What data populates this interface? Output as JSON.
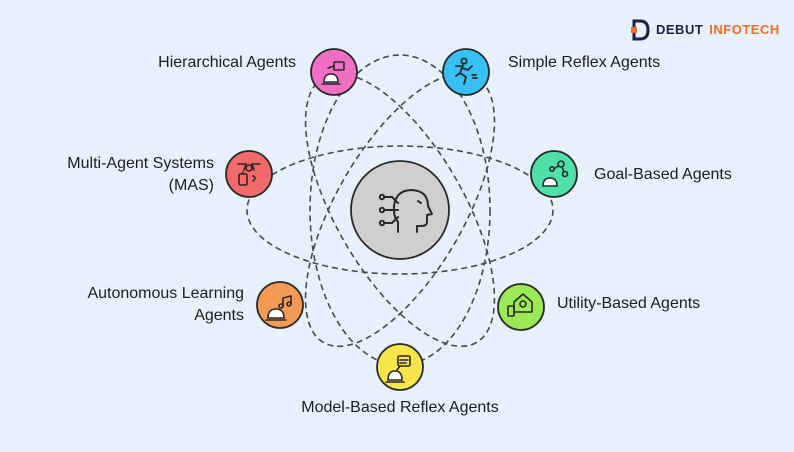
{
  "brand": {
    "name_part1": "DEBUT",
    "name_part2": "INFOTECH",
    "color_dark": "#1b2340",
    "color_accent": "#f26b2a"
  },
  "center": {
    "icon": "ai-head-icon",
    "fill": "#cfcfcf"
  },
  "nodes": [
    {
      "label": "Hierarchical Agents",
      "icon": "hierarchy-icon",
      "color": "#f06fc4"
    },
    {
      "label": "Simple Reflex Agents",
      "icon": "reflex-icon",
      "color": "#37c0f5"
    },
    {
      "label": "Multi-Agent Systems",
      "label2": "(MAS)",
      "icon": "multi-agent-icon",
      "color": "#f26a6a"
    },
    {
      "label": "Goal-Based Agents",
      "icon": "goal-icon",
      "color": "#4fe0a8"
    },
    {
      "label": "Autonomous Learning",
      "label2": "Agents",
      "icon": "learning-icon",
      "color": "#f59a55"
    },
    {
      "label": "Utility-Based Agents",
      "icon": "utility-icon",
      "color": "#9bea55"
    },
    {
      "label": "Model-Based Reflex Agents",
      "icon": "model-icon",
      "color": "#f7e54a"
    }
  ]
}
